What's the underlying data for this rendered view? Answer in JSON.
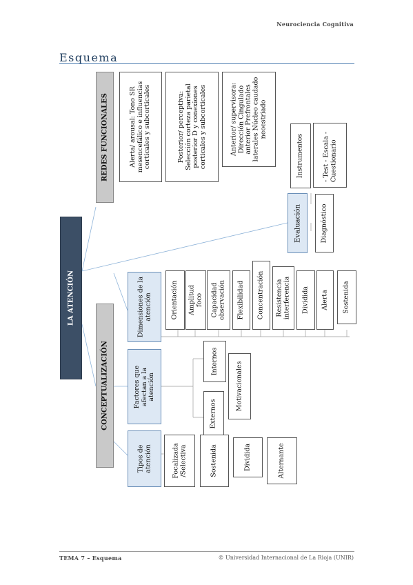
{
  "header": {
    "subject": "Neurociencia Cognitiva"
  },
  "page_title": "Esquema",
  "footer": {
    "left": "TEMA 7 – Esquema",
    "right": "© Universidad Internacional de La Rioja (UNIR)"
  },
  "diagram": {
    "root": "LA ATENCIÓN",
    "redes": {
      "label": "REDES FUNCIONALES",
      "items": [
        "Alerta/ arousal: Tono SR mesencefálico e influencias corticales y subcorticales",
        "Posterior/ perceptiva: Selección corteza parietal posterior D y conexiones corticales y subcorticales",
        "Anterior/ supervisora: Dirección Cingulado anterior Prefrontales laterales Núcleo caudado neoestriado"
      ]
    },
    "evaluacion": {
      "label": "Evaluación",
      "instrumentos": {
        "label": "Instrumentos",
        "items": "- Test - Escala - Cuestionario"
      },
      "diagnostico": "Diagnóstico"
    },
    "conceptualizacion": {
      "label": "CONCEPTUALIZACIÓN",
      "dimensiones": {
        "label": "Dimensiones de la atención",
        "items": [
          "Orientación",
          "Amplitud foco",
          "Capacidad observación",
          "Flexibilidad",
          "Concentración",
          "Resistencia interferencia",
          "Dividida",
          "Alerta",
          "Sostenida"
        ]
      },
      "factores": {
        "label": "Factores que afectan a la atención",
        "internos": "Internos",
        "motivacionales": "Motivacionales",
        "externos": "Externos"
      },
      "tipos": {
        "label": "Tipos de atención",
        "items": [
          "Focalizada /Selectiva",
          "Sostenida",
          "Dividida",
          "Alternante"
        ]
      }
    }
  }
}
